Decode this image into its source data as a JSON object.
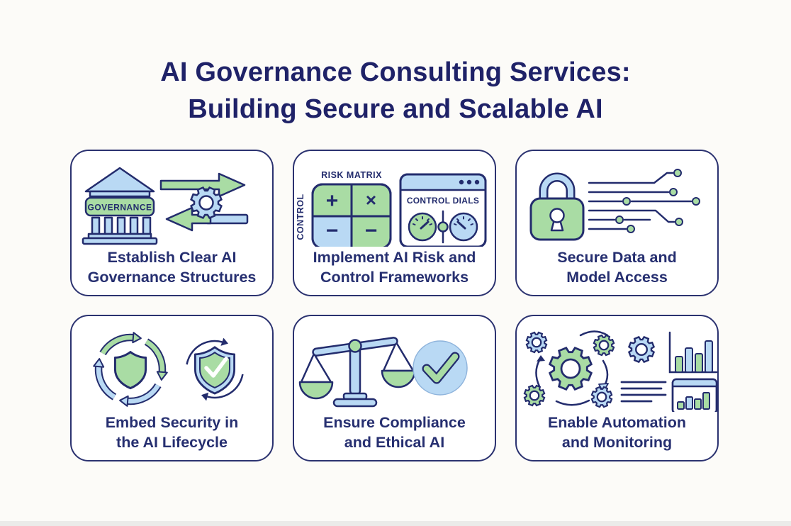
{
  "title": {
    "line1": "AI Governance Consulting Services:",
    "line2": "Building Secure and Scalable AI"
  },
  "colors": {
    "navy_text": "#232c6d",
    "title_navy": "#1f2268",
    "pastel_green": "#a9dca4",
    "pastel_blue": "#b9d9f4",
    "card_border": "#2b3270",
    "background": "#fcfbf8",
    "card_background": "#ffffff"
  },
  "cards": [
    {
      "icon": "governance-building-exchange-arrows",
      "icon_texts": {
        "banner": "GOVERNANCE"
      },
      "label_lines": [
        "Establish Clear AI",
        "Governance Structures"
      ]
    },
    {
      "icon": "risk-matrix-and-control-dials",
      "icon_texts": {
        "matrix_title": "RISK MATRIX",
        "axis_label": "CONTROL",
        "window_title": "CONTROL DIALS",
        "symbols": [
          "+",
          "×",
          "−",
          "−"
        ]
      },
      "label_lines": [
        "Implement AI Risk and",
        "Control Frameworks"
      ]
    },
    {
      "icon": "padlock-circuit-traces",
      "label_lines": [
        "Secure Data and",
        "Model Access"
      ]
    },
    {
      "icon": "shield-lifecycle-arrows",
      "label_lines": [
        "Embed Security in",
        "the AI Lifecycle"
      ]
    },
    {
      "icon": "justice-scales-check-circle",
      "label_lines": [
        "Ensure Compliance",
        "and Ethical AI"
      ]
    },
    {
      "icon": "gears-automation-monitoring-dashboard",
      "label_lines": [
        "Enable Automation",
        "and Monitoring"
      ]
    }
  ]
}
